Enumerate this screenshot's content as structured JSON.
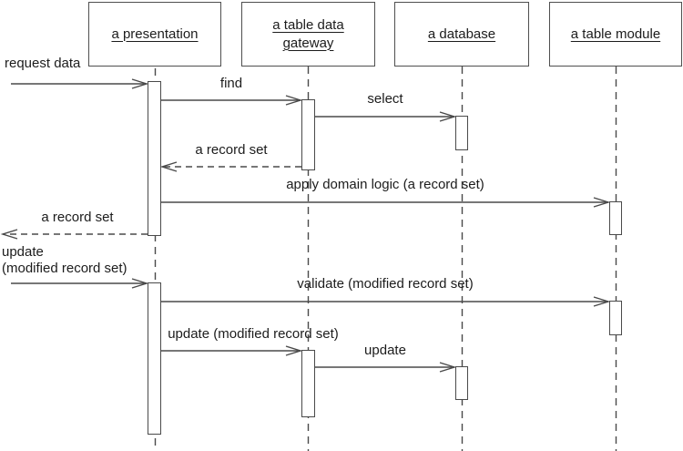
{
  "diagram": {
    "type": "uml-sequence-diagram",
    "colors": {
      "background": "#ffffff",
      "line": "#4a4a4a",
      "text": "#1c1c1c"
    },
    "actors": [
      {
        "label": "a presentation"
      },
      {
        "label": "a table data gateway"
      },
      {
        "label": "a database"
      },
      {
        "label": "a table module"
      }
    ],
    "messages": [
      {
        "label": "request data",
        "from": "external",
        "to": "a presentation",
        "style": "solid"
      },
      {
        "label": "find",
        "from": "a presentation",
        "to": "a table data gateway",
        "style": "solid"
      },
      {
        "label": "select",
        "from": "a table data gateway",
        "to": "a database",
        "style": "solid"
      },
      {
        "label": "a record set",
        "from": "a table data gateway",
        "to": "a presentation",
        "style": "dashed-return"
      },
      {
        "label": "apply domain logic (a record set)",
        "from": "a presentation",
        "to": "a table module",
        "style": "solid"
      },
      {
        "label": "a record set",
        "from": "a presentation",
        "to": "external",
        "style": "dashed-return"
      },
      {
        "label": "update\n(modified record set)",
        "from": "external",
        "to": "a presentation",
        "style": "solid"
      },
      {
        "label": "validate (modified record set)",
        "from": "a presentation",
        "to": "a table module",
        "style": "solid"
      },
      {
        "label": "update (modified record set)",
        "from": "a presentation",
        "to": "a table data gateway",
        "style": "solid"
      },
      {
        "label": "update",
        "from": "a table data gateway",
        "to": "a database",
        "style": "solid"
      }
    ]
  }
}
